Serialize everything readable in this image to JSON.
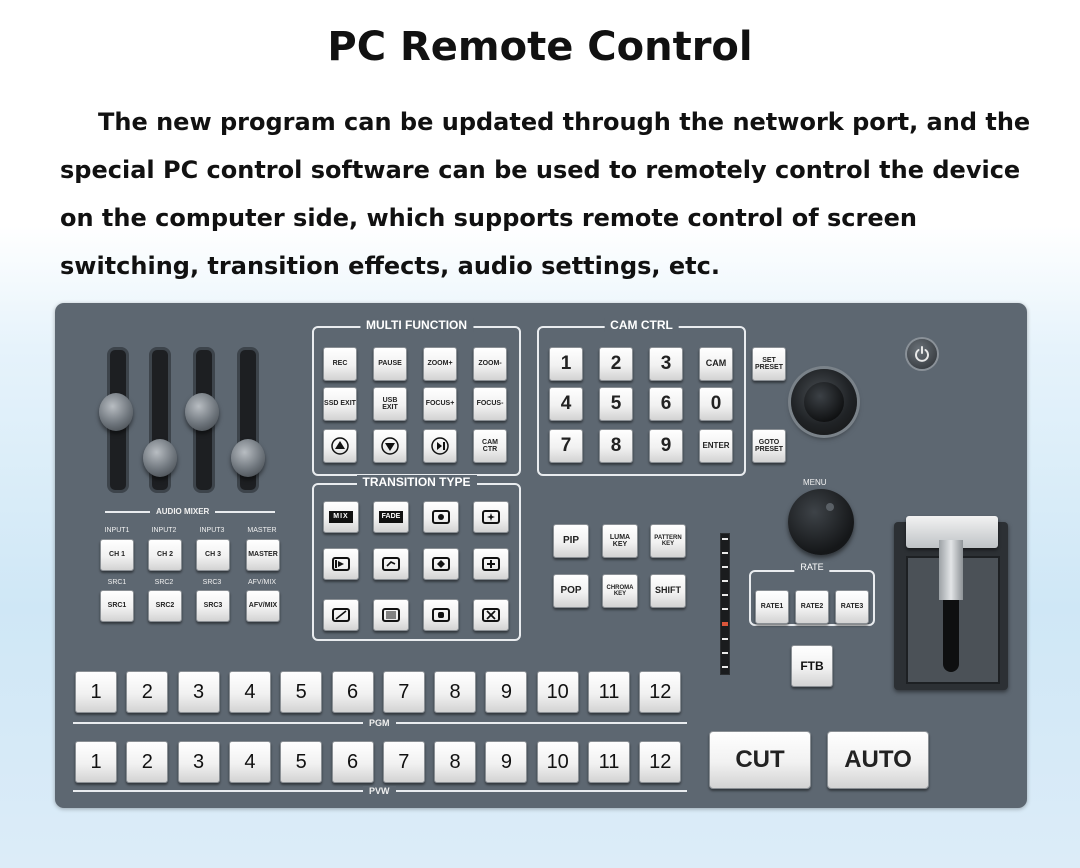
{
  "header": {
    "title": "PC Remote Control",
    "description": "The new program can be updated through the network port, and the special PC control software can be used to remotely control the device on the computer side, which supports remote control of screen switching, transition effects, audio settings, etc."
  },
  "panel": {
    "multi_function": {
      "title": "MULTI FUNCTION",
      "keys": [
        {
          "label": "REC"
        },
        {
          "label": "PAUSE"
        },
        {
          "label": "ZOOM+"
        },
        {
          "label": "ZOOM-"
        },
        {
          "label": "SSD EXIT"
        },
        {
          "label": "USB EXIT"
        },
        {
          "label": "FOCUS+"
        },
        {
          "label": "FOCUS-"
        },
        {
          "label": "",
          "icon": "up-triangle-icon"
        },
        {
          "label": "",
          "icon": "down-triangle-icon"
        },
        {
          "label": "",
          "icon": "play-pause-icon"
        },
        {
          "label": "CAM CTR"
        }
      ]
    },
    "cam_ctrl": {
      "title": "CAM CTRL",
      "keys": [
        "1",
        "2",
        "3",
        "CAM",
        "4",
        "5",
        "6",
        "0",
        "7",
        "8",
        "9",
        "ENTER"
      ]
    },
    "side_keys": {
      "set_preset": "SET PRESET",
      "goto_preset": "GOTO PRESET"
    },
    "audio_mixer": {
      "title": "AUDIO MIXER",
      "inputs": [
        "INPUT1",
        "INPUT2",
        "INPUT3",
        "MASTER"
      ],
      "channels": [
        "CH 1",
        "CH 2",
        "CH 3",
        "MASTER"
      ],
      "src_labels": [
        "SRC1",
        "SRC2",
        "SRC3",
        "AFV/MIX"
      ],
      "src_keys": [
        "SRC1",
        "SRC2",
        "SRC3",
        "AFV/MIX"
      ],
      "fader_levels": [
        0.55,
        0.1,
        0.55,
        0.1
      ]
    },
    "transition_type": {
      "title": "TRANSITION TYPE",
      "keys": [
        {
          "label": "MIX"
        },
        {
          "label": "FADE"
        },
        {
          "label": "",
          "icon": "circle-wipe-icon"
        },
        {
          "label": "",
          "icon": "star-wipe-icon"
        },
        {
          "label": "",
          "icon": "push-right-icon"
        },
        {
          "label": "",
          "icon": "swap-icon"
        },
        {
          "label": "",
          "icon": "diamond-wipe-icon"
        },
        {
          "label": "",
          "icon": "cross-wipe-icon"
        },
        {
          "label": "",
          "icon": "diagonal-wipe-icon"
        },
        {
          "label": "",
          "icon": "blinds-icon"
        },
        {
          "label": "",
          "icon": "square-wipe-icon"
        },
        {
          "label": "",
          "icon": "x-wipe-icon"
        }
      ]
    },
    "keyer": [
      "PIP",
      "LUMA KEY",
      "PATTERN KEY",
      "POP",
      "CHROMA KEY",
      "SHIFT"
    ],
    "menu_label": "MENU",
    "rate": {
      "title": "RATE",
      "keys": [
        "RATE1",
        "RATE2",
        "RATE3"
      ]
    },
    "ftb": "FTB",
    "pgm": {
      "label": "PGM",
      "keys": [
        "1",
        "2",
        "3",
        "4",
        "5",
        "6",
        "7",
        "8",
        "9",
        "10",
        "11",
        "12"
      ]
    },
    "pvw": {
      "label": "PVW",
      "keys": [
        "1",
        "2",
        "3",
        "4",
        "5",
        "6",
        "7",
        "8",
        "9",
        "10",
        "11",
        "12"
      ]
    },
    "cut": "CUT",
    "auto": "AUTO",
    "icons": [
      "power-icon",
      "joystick-icon",
      "menu-knob-icon",
      "t-bar-icon",
      "tally-meter-icon"
    ],
    "colors": {
      "panel": "#5d6771",
      "key": "#f1f1f1",
      "text": "#111111"
    }
  }
}
